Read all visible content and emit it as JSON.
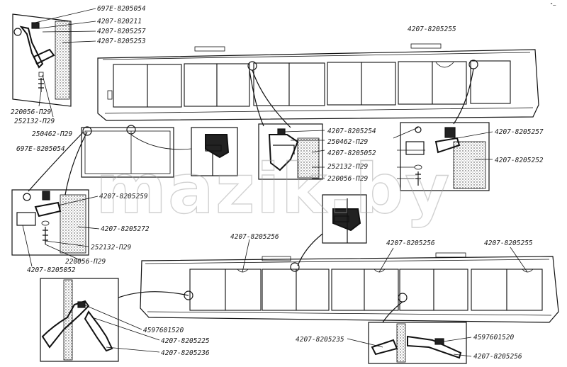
{
  "watermark": "mazik.by",
  "corner_mark": "\"—",
  "labels": {
    "top_left": [
      "697E-8205054",
      "4207-820211",
      "4207-8205257",
      "4207-8205253",
      "220056-П29",
      "252132-П29"
    ],
    "top_mid_frame": [
      "250462-П29",
      "697E-8205054"
    ],
    "top_bus_right": "4207-8205255",
    "center_cluster": [
      "4207-8205254",
      "250462-П29",
      "4207-8205052",
      "252132-П29",
      "220056-П29"
    ],
    "right_cluster": [
      "4207-8205257",
      "4207-8205252"
    ],
    "left_mid": [
      "4207-8205259",
      "4207-8205272",
      "252132-П29",
      "220056-П29",
      "4207-8205052"
    ],
    "bottom_bus": [
      "4207-8205256",
      "4207-8205256",
      "4207-8205255"
    ],
    "bottom_left": [
      "4597601520",
      "4207-8205225",
      "4207-8205236"
    ],
    "bottom_right": [
      "4207-8205235",
      "4597601520",
      "4207-8205256"
    ]
  }
}
